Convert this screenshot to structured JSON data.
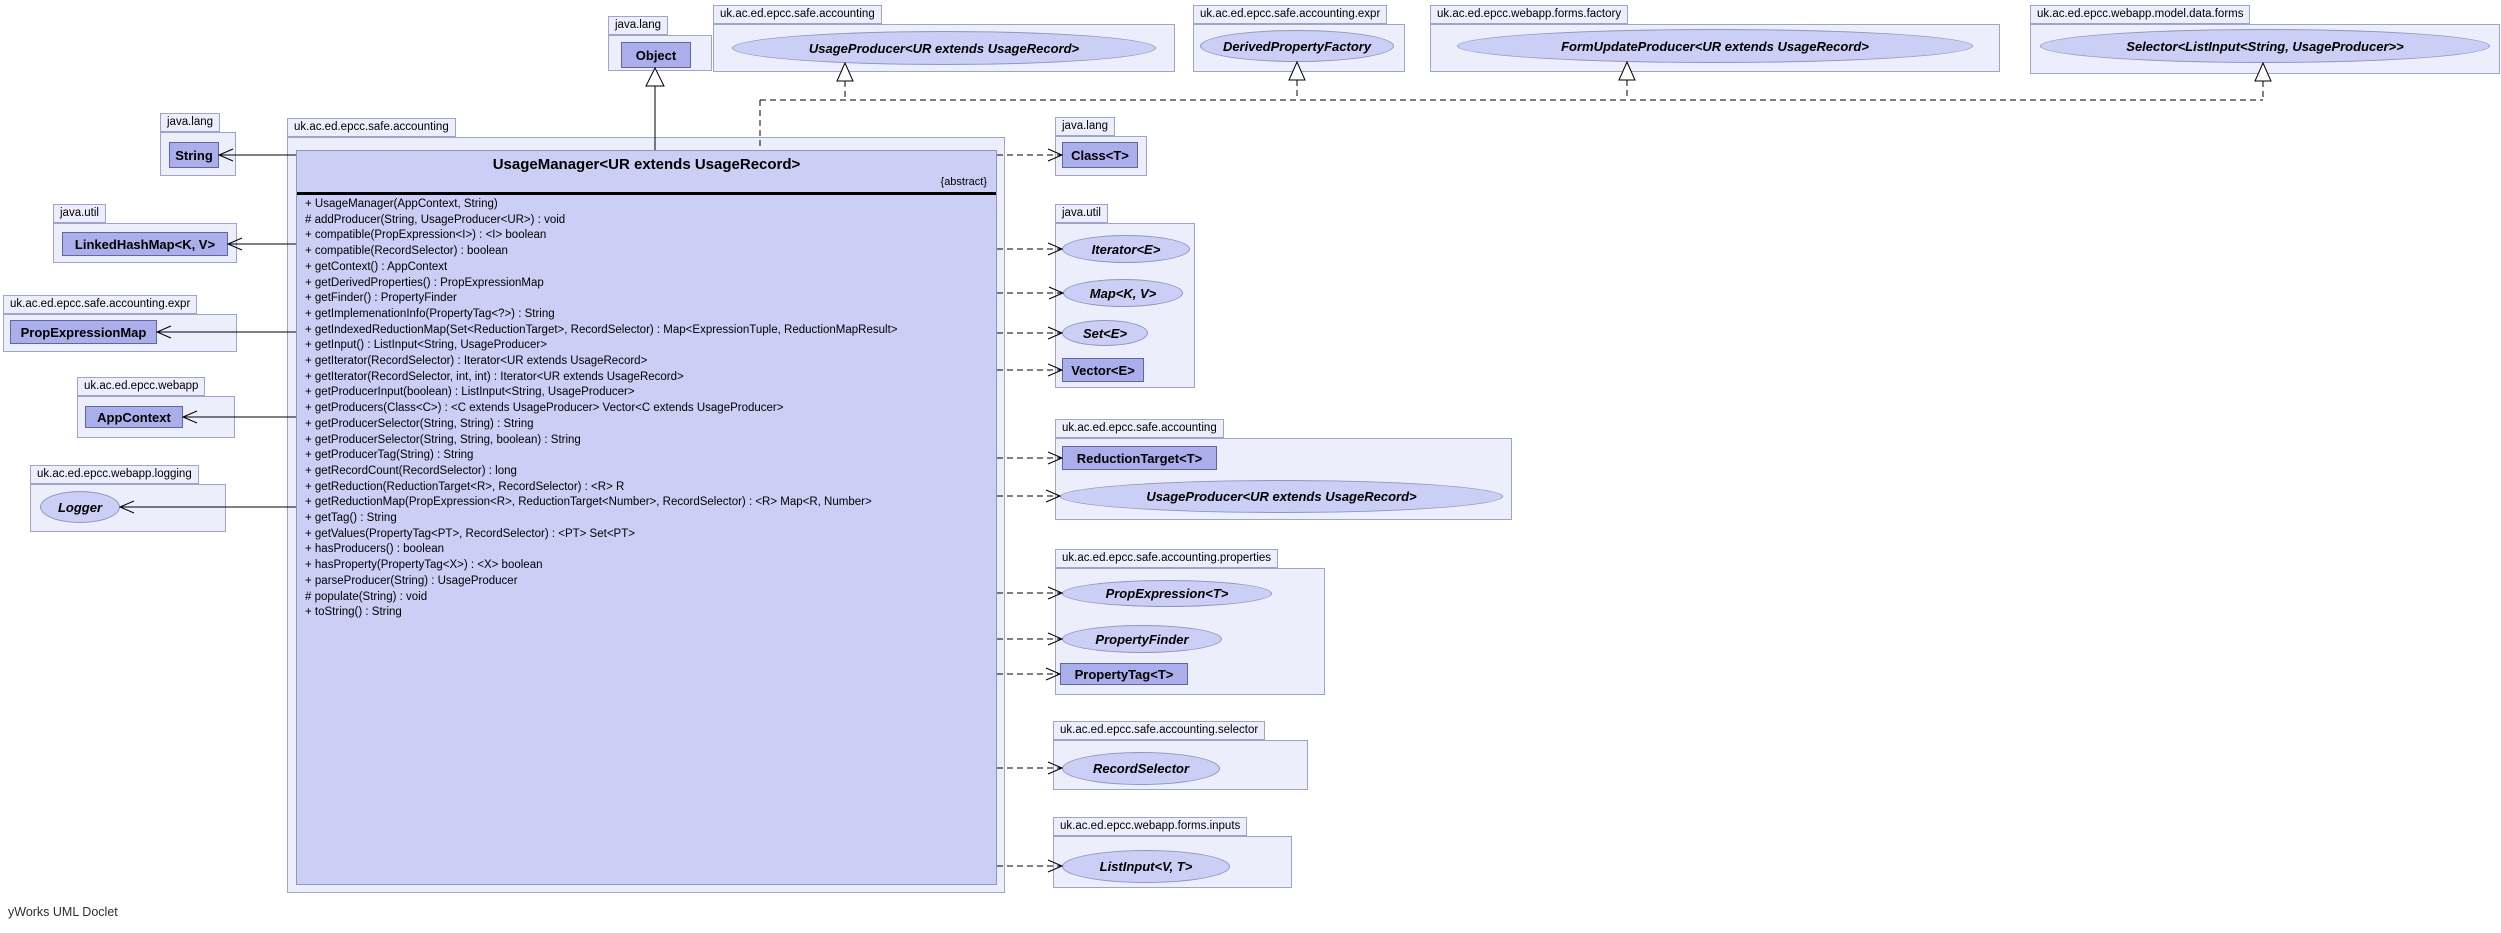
{
  "credit": "yWorks UML Doclet",
  "colors": {
    "package_fill": "#edeefb",
    "package_border": "#9fa4c8",
    "node_fill": "#cbcef5",
    "node_border": "#9194bf",
    "emph_fill": "#aaaeea",
    "emph_border": "#62669e",
    "edge": "#000000"
  },
  "main_class": {
    "package": "uk.ac.ed.epcc.safe.accounting",
    "name": "UsageManager<UR extends UsageRecord>",
    "modifier": "{abstract}",
    "methods": [
      "+ UsageManager(AppContext, String)",
      "# addProducer(String, UsageProducer<UR>) : void",
      "+ compatible(PropExpression<I>) : <I> boolean",
      "+ compatible(RecordSelector) : boolean",
      "+ getContext() : AppContext",
      "+ getDerivedProperties() : PropExpressionMap",
      "+ getFinder() : PropertyFinder",
      "+ getImplemenationInfo(PropertyTag<?>) : String",
      "+ getIndexedReductionMap(Set<ReductionTarget>, RecordSelector) : Map<ExpressionTuple, ReductionMapResult>",
      "+ getInput() : ListInput<String, UsageProducer>",
      "+ getIterator(RecordSelector) : Iterator<UR extends UsageRecord>",
      "+ getIterator(RecordSelector, int, int) : Iterator<UR extends UsageRecord>",
      "+ getProducerInput(boolean) : ListInput<String, UsageProducer>",
      "+ getProducers(Class<C>) : <C extends UsageProducer> Vector<C extends UsageProducer>",
      "+ getProducerSelector(String, String) : String",
      "+ getProducerSelector(String, String, boolean) : String",
      "+ getProducerTag(String) : String",
      "+ getRecordCount(RecordSelector) : long",
      "+ getReduction(ReductionTarget<R>, RecordSelector) : <R> R",
      "+ getReductionMap(PropExpression<R>, ReductionTarget<Number>, RecordSelector) : <R> Map<R, Number>",
      "+ getTag() : String",
      "+ getValues(PropertyTag<PT>, RecordSelector) : <PT> Set<PT>",
      "+ hasProducers() : boolean",
      "+ hasProperty(PropertyTag<X>) : <X> boolean",
      "+ parseProducer(String) : UsageProducer",
      "# populate(String) : void",
      "+ toString() : String"
    ]
  },
  "top_packages": [
    {
      "package": "java.lang",
      "items": [
        {
          "name": "Object",
          "kind": "class"
        }
      ]
    },
    {
      "package": "uk.ac.ed.epcc.safe.accounting",
      "items": [
        {
          "name": "UsageProducer<UR extends UsageRecord>",
          "kind": "interface"
        }
      ]
    },
    {
      "package": "uk.ac.ed.epcc.safe.accounting.expr",
      "items": [
        {
          "name": "DerivedPropertyFactory",
          "kind": "interface"
        }
      ]
    },
    {
      "package": "uk.ac.ed.epcc.webapp.forms.factory",
      "items": [
        {
          "name": "FormUpdateProducer<UR extends UsageRecord>",
          "kind": "interface"
        }
      ]
    },
    {
      "package": "uk.ac.ed.epcc.webapp.model.data.forms",
      "items": [
        {
          "name": "Selector<ListInput<String, UsageProducer>>",
          "kind": "interface"
        }
      ]
    }
  ],
  "left_packages": [
    {
      "package": "java.lang",
      "items": [
        {
          "name": "String",
          "kind": "class"
        }
      ]
    },
    {
      "package": "java.util",
      "items": [
        {
          "name": "LinkedHashMap<K, V>",
          "kind": "class"
        }
      ]
    },
    {
      "package": "uk.ac.ed.epcc.safe.accounting.expr",
      "items": [
        {
          "name": "PropExpressionMap",
          "kind": "class"
        }
      ]
    },
    {
      "package": "uk.ac.ed.epcc.webapp",
      "items": [
        {
          "name": "AppContext",
          "kind": "class"
        }
      ]
    },
    {
      "package": "uk.ac.ed.epcc.webapp.logging",
      "items": [
        {
          "name": "Logger",
          "kind": "interface"
        }
      ]
    }
  ],
  "right_packages": [
    {
      "package": "java.lang",
      "items": [
        {
          "name": "Class<T>",
          "kind": "class"
        }
      ]
    },
    {
      "package": "java.util",
      "items": [
        {
          "name": "Iterator<E>",
          "kind": "interface"
        },
        {
          "name": "Map<K, V>",
          "kind": "interface"
        },
        {
          "name": "Set<E>",
          "kind": "interface"
        },
        {
          "name": "Vector<E>",
          "kind": "class"
        }
      ]
    },
    {
      "package": "uk.ac.ed.epcc.safe.accounting",
      "items": [
        {
          "name": "ReductionTarget<T>",
          "kind": "class"
        },
        {
          "name": "UsageProducer<UR extends UsageRecord>",
          "kind": "interface"
        }
      ]
    },
    {
      "package": "uk.ac.ed.epcc.safe.accounting.properties",
      "items": [
        {
          "name": "PropExpression<T>",
          "kind": "interface"
        },
        {
          "name": "PropertyFinder",
          "kind": "interface"
        },
        {
          "name": "PropertyTag<T>",
          "kind": "class"
        }
      ]
    },
    {
      "package": "uk.ac.ed.epcc.safe.accounting.selector",
      "items": [
        {
          "name": "RecordSelector",
          "kind": "interface"
        }
      ]
    },
    {
      "package": "uk.ac.ed.epcc.webapp.forms.inputs",
      "items": [
        {
          "name": "ListInput<V, T>",
          "kind": "interface"
        }
      ]
    }
  ]
}
